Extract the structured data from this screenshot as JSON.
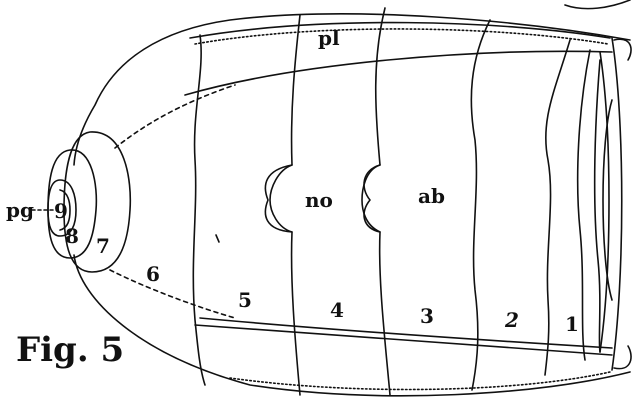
{
  "figure": {
    "caption": "Fig. 5",
    "labels": {
      "pl": "pl",
      "no": "no",
      "ab": "ab",
      "pg": "pg"
    },
    "segments": [
      "9",
      "8",
      "7",
      "6",
      "5",
      "4",
      "3",
      "2",
      "1"
    ]
  },
  "colors": {
    "ink": "#111111",
    "background": "#ffffff"
  }
}
